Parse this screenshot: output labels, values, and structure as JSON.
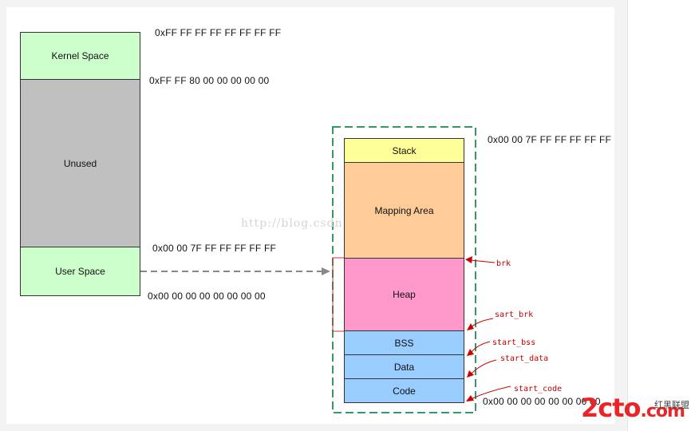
{
  "left_column": {
    "kernel_label": "Kernel Space",
    "unused_label": "Unused",
    "user_label": "User Space",
    "addr_top": "0xFF FF FF FF FF FF FF FF",
    "addr_kernel_bottom": "0xFF FF 80 00 00 00 00 00",
    "addr_user_top": "0x00 00 7F FF FF FF FF FF",
    "addr_bottom": "0x00 00 00 00 00 00 00 00"
  },
  "right_column": {
    "stack_label": "Stack",
    "mapping_label": "Mapping Area",
    "heap_label": "Heap",
    "bss_label": "BSS",
    "data_label": "Data",
    "code_label": "Code",
    "addr_top": "0x00 00 7F FF FF FF FF FF",
    "addr_bottom": "0x00 00 00 00 00 00 00 00"
  },
  "annotations": {
    "brk": "brk",
    "start_brk": "sart_brk",
    "start_bss": "start_bss",
    "start_data": "start_data",
    "start_code": "start_code"
  },
  "watermark": "http://blog.csdn.net/ordeder",
  "logo": {
    "main": "2cto",
    "suffix": ".com",
    "cn": "红黑联盟"
  },
  "colors": {
    "kernel": "#ccffcc",
    "unused": "#c0c0c0",
    "user": "#ccffcc",
    "stack": "#ffff99",
    "mapping": "#ffcc99",
    "heap": "#ff99cc",
    "segments": "#99ccff",
    "dashed_box": "#339966",
    "annotation": "#cc0000",
    "arrow": "#888888"
  }
}
